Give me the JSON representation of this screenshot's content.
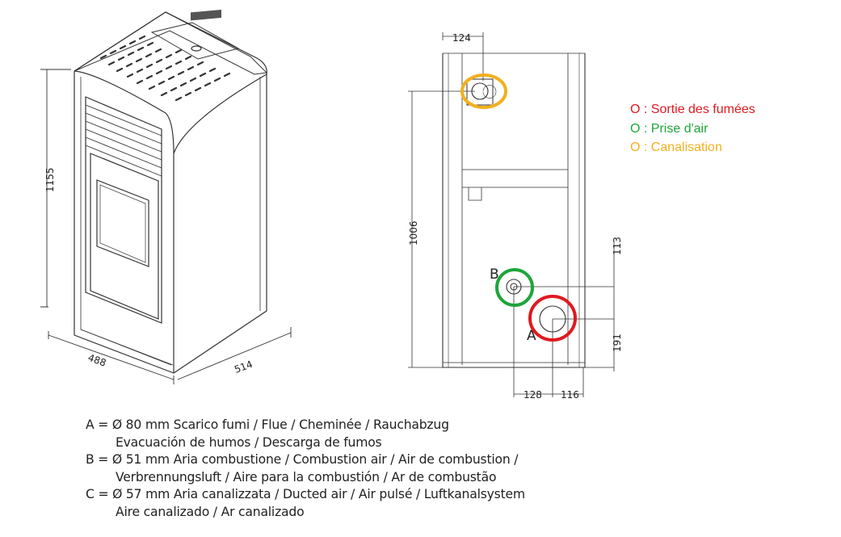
{
  "dimensions": {
    "height_total": "1155",
    "width": "488",
    "depth": "514",
    "pipe_top_offset": "124",
    "height_c": "1006",
    "height_b_offset": "113",
    "height_a": "191",
    "horiz_b": "128",
    "horiz_a": "116"
  },
  "markers": {
    "a": "A",
    "b": "B"
  },
  "legend": {
    "items": [
      {
        "symbol": "O",
        "text": " : Sortie des fumées",
        "color": "#e0191f"
      },
      {
        "symbol": "O",
        "text": " : Prise d'air",
        "color": "#1ea53a"
      },
      {
        "symbol": "O",
        "text": " : Canalisation",
        "color": "#f2b01e"
      }
    ]
  },
  "caption": {
    "a_line1": "A = Ø 80 mm  Scarico fumi / Flue / Cheminée / Rauchabzug",
    "a_line2": "Evacuación de humos / Descarga de fumos",
    "b_line1": "B = Ø 51 mm  Aria combustione / Combustion air / Air de combustion /",
    "b_line2": "Verbrennungsluft / Aire para la combustión / Ar de combustão",
    "c_line1": "C = Ø 57 mm  Aria canalizzata / Ducted air / Air pulsé / Luftkanalsystem",
    "c_line2": "Aire canalizado / Ar canalizado"
  },
  "colors": {
    "flue": "#e0191f",
    "air_intake": "#1ea53a",
    "ducting": "#f2b01e",
    "line": "#333333"
  }
}
